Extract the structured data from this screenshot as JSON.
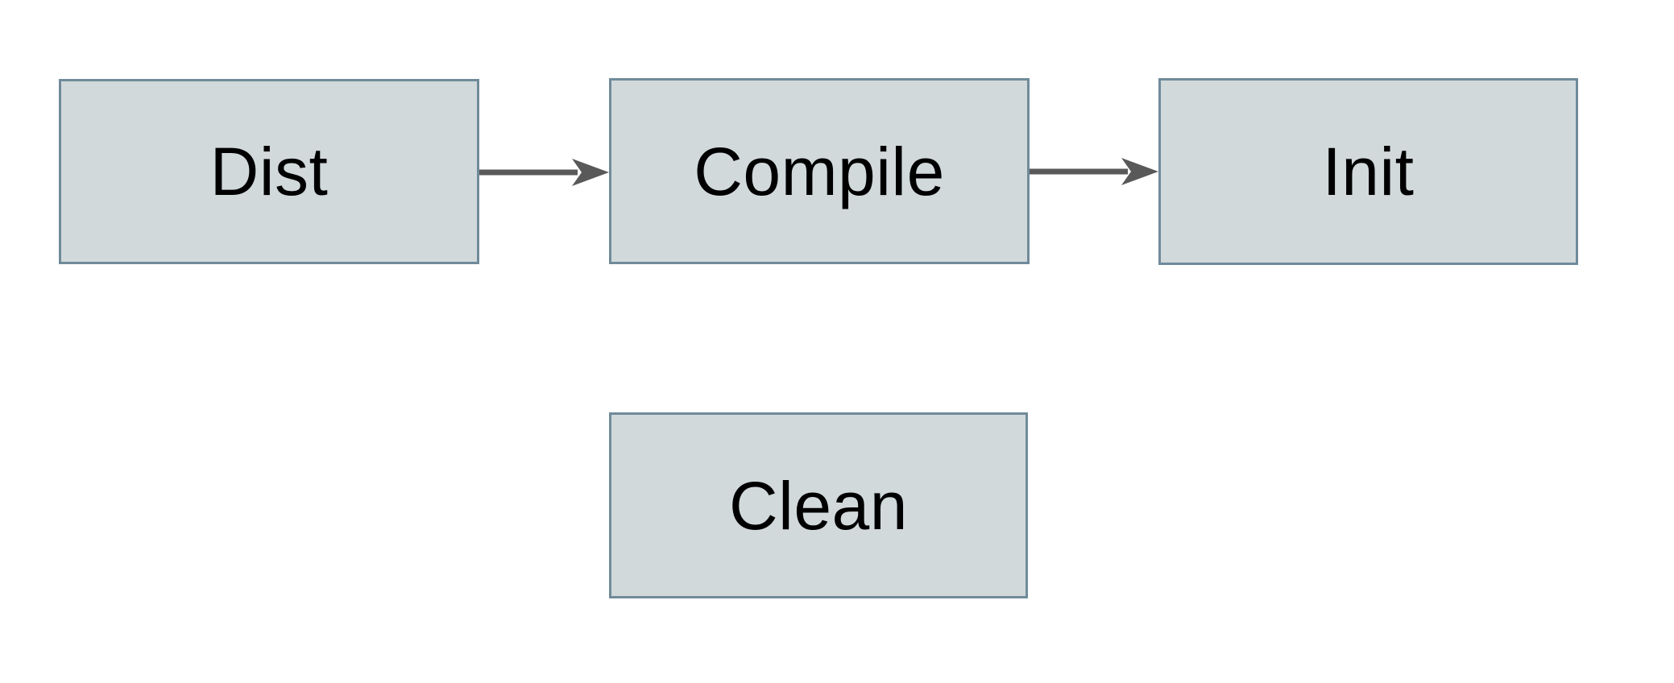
{
  "diagram": {
    "type": "flowchart",
    "nodes": [
      {
        "id": "dist",
        "label": "Dist"
      },
      {
        "id": "compile",
        "label": "Compile"
      },
      {
        "id": "init",
        "label": "Init"
      },
      {
        "id": "clean",
        "label": "Clean"
      }
    ],
    "edges": [
      {
        "from": "Dist",
        "to": "Compile",
        "style": "solid-arrow"
      },
      {
        "from": "Compile",
        "to": "Init",
        "style": "solid-arrow"
      }
    ]
  },
  "colors": {
    "background": "#ffffff",
    "node-fill": "#d1d9db",
    "node-border": "#708b9a",
    "arrow": "#595959",
    "label": "#000000"
  }
}
